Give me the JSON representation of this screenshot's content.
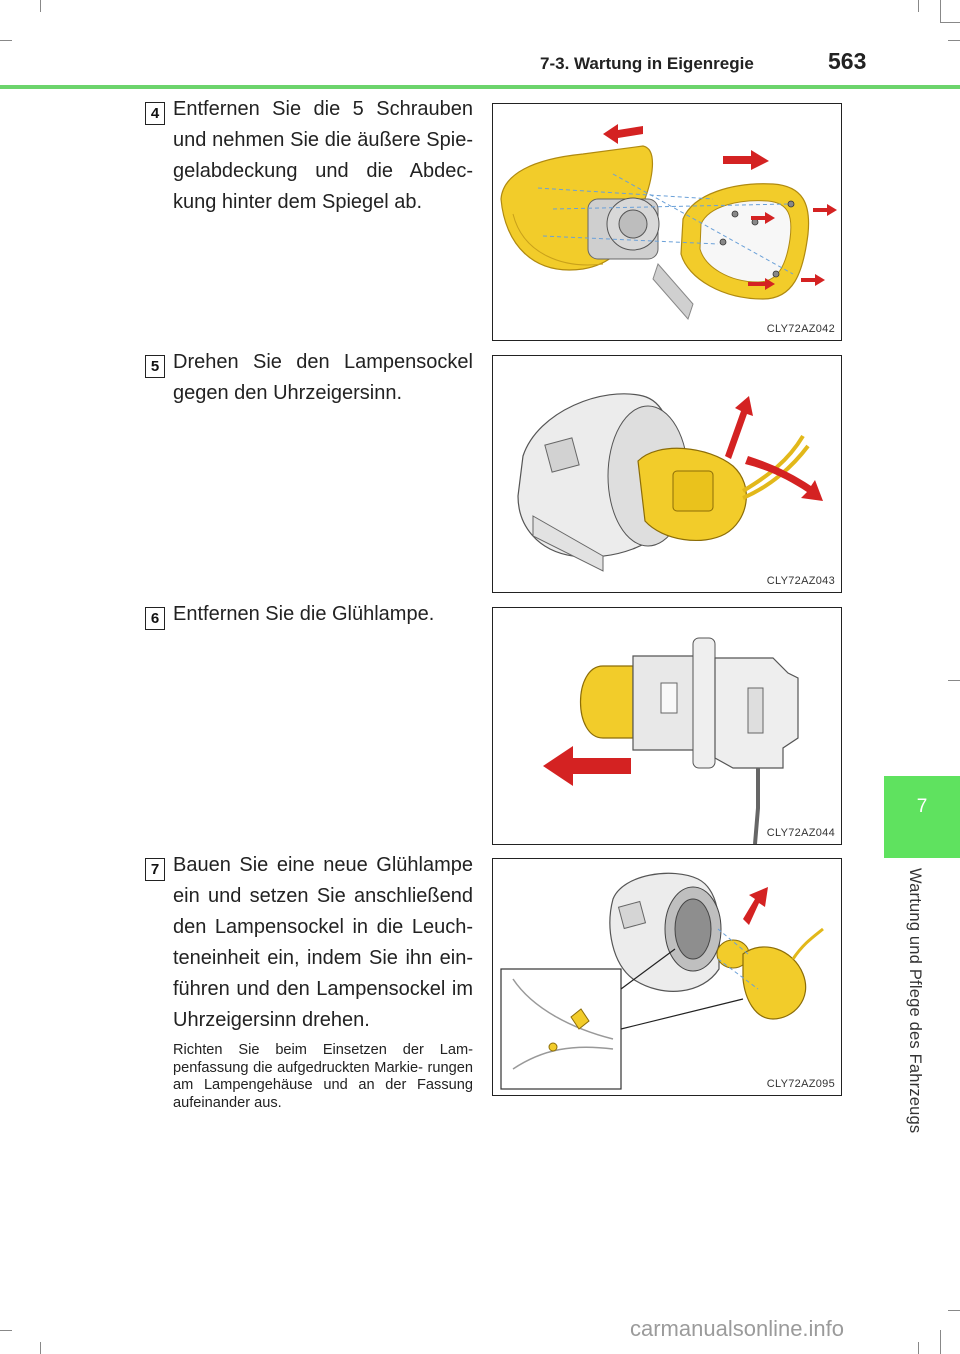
{
  "header": {
    "section_title": "7-3. Wartung in Eigenregie",
    "page_number": "563"
  },
  "side_tab": {
    "chapter_number": "7",
    "chapter_title": "Wartung und Pflege des Fahrzeugs"
  },
  "steps": [
    {
      "number": "4",
      "text": "Entfernen Sie die 5 Schrauben und nehmen Sie die äußere Spie- gelabdeckung und die Abdec- kung hinter dem Spiegel ab.",
      "figure_code": "CLY72AZ042"
    },
    {
      "number": "5",
      "text": "Drehen Sie den Lampensockel gegen den Uhrzeigersinn.",
      "figure_code": "CLY72AZ043"
    },
    {
      "number": "6",
      "text": "Entfernen Sie die Glühlampe.",
      "figure_code": "CLY72AZ044"
    },
    {
      "number": "7",
      "text": "Bauen Sie eine neue Glühlampe ein und setzen Sie anschließend den Lampensockel in die Leuch- teneinheit ein, indem Sie ihn ein- führen und den Lampensockel im Uhrzeigersinn drehen.",
      "note": "Richten Sie beim Einsetzen der Lam- penfassung die aufgedruckten Markie- rungen am Lampengehäuse und an der Fassung aufeinander aus.",
      "figure_code": "CLY72AZ095"
    }
  ],
  "watermark": "carmanualsonline.info",
  "colors": {
    "accent_green": "#6cd46c",
    "tab_green": "#5fe25f",
    "part_yellow": "#f2cc2a",
    "arrow_red": "#d42222"
  }
}
